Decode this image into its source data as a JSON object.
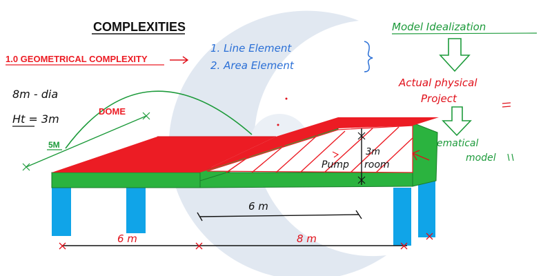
{
  "heading": "COMPLEXITIES",
  "section": "1.0 GEOMETRICAL COMPLEXITY",
  "element_list": [
    "1.  Line Element",
    "2.  Area Element"
  ],
  "flow": {
    "top": "Model Idealization",
    "middle_line1": "Actual physical",
    "middle_line2": "Project",
    "bottom_line1": "Mathematical",
    "bottom_line2": "model"
  },
  "dome": {
    "label": "DOME",
    "diameter": "8m - dia",
    "height": "Ht = 3m",
    "span": "5M"
  },
  "room": {
    "label_left": "Pump",
    "label_right": "room",
    "height": "3m"
  },
  "dimensions": {
    "inner_span": "6 m",
    "bottom_left": "6 m",
    "bottom_right": "8 m"
  },
  "colors": {
    "slab": "#ec1c24",
    "beam": "#2bb33f",
    "column": "#10a4e8",
    "ink_red": "#e0101a",
    "ink_blue": "#2a6fd6",
    "ink_green": "#1c9a3a",
    "ink_black": "#111111",
    "watermark": "#c9d6e6"
  }
}
